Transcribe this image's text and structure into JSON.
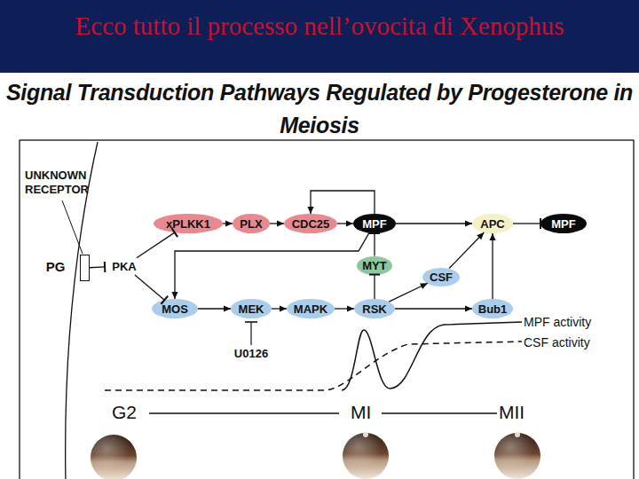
{
  "diagram": {
    "title": "Ecco tutto il processo nell’ovocita di Xenophus",
    "nodes": [
      {
        "text": [
          "xPLKK1"
        ]
      },
      {
        "text": [
          "PLX"
        ]
      },
      {
        "text": [
          "CDC25"
        ]
      },
      {
        "text": [
          "MPF"
        ]
      },
      {
        "text": [
          "APC"
        ]
      },
      {
        "text": [
          "MPF"
        ]
      },
      {
        "text": [
          "PG"
        ]
      },
      {
        "text": [
          "PKA"
        ]
      },
      {
        "text": [
          "MYT"
        ]
      },
      {
        "text": [
          "CSF"
        ]
      },
      {
        "text": [
          "MOS"
        ]
      },
      {
        "text": [
          "MEK"
        ]
      },
      {
        "text": [
          "MAPK"
        ]
      },
      {
        "text": [
          "RSK"
        ]
      },
      {
        "text": [
          "Bub1"
        ]
      }
    ],
    "edges": [
      {
        "from": 6,
        "to": 7,
        "arrow": "to"
      },
      {
        "from": 7,
        "to": 0,
        "arrow": "to"
      },
      {
        "from": 7,
        "to": 10,
        "arrow": "to"
      },
      {
        "from": 0,
        "to": 1,
        "arrow": "to"
      },
      {
        "from": 1,
        "to": 2,
        "arrow": "to"
      },
      {
        "from": 2,
        "to": 3,
        "arrow": "to"
      },
      {
        "from": 3,
        "to": 2,
        "arrow": "to"
      },
      {
        "from": 3,
        "to": 10,
        "arrow": "to"
      },
      {
        "from": 10,
        "to": 11,
        "arrow": "to"
      },
      {
        "from": 11,
        "to": 12,
        "arrow": "to"
      },
      {
        "from": 12,
        "to": 13,
        "arrow": "to"
      },
      {
        "from": 13,
        "to": 8,
        "arrow": "to"
      },
      {
        "from": 8,
        "to": 3,
        "arrow": "to"
      },
      {
        "from": 13,
        "to": 9,
        "arrow": "to"
      },
      {
        "from": 13,
        "to": 14,
        "arrow": "to"
      },
      {
        "from": 9,
        "to": 4,
        "arrow": "to"
      },
      {
        "from": 14,
        "to": 4,
        "arrow": "to"
      },
      {
        "from": 3,
        "to": 4,
        "arrow": "to"
      },
      {
        "from": 4,
        "to": 5,
        "arrow": "to"
      }
    ],
    "labels": [
      "Signal Transduction Pathways Regulated by Progesterone in Meiosis",
      "UNKNOWN RECEPTOR",
      "U0126",
      "MPF activity",
      "CSF activity",
      "G2",
      "MI",
      "MII"
    ]
  }
}
